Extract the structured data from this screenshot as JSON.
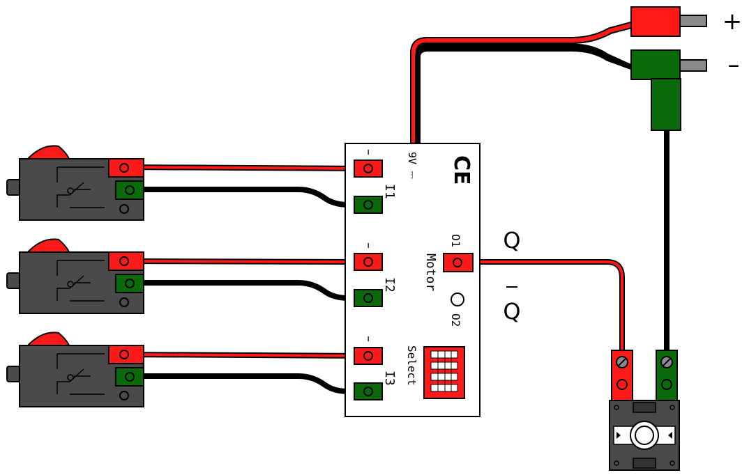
{
  "colors": {
    "wire_red": "#ff1a1a",
    "wire_black": "#000000",
    "terminal_red": "#ff1a1a",
    "terminal_green": "#0b6b0b",
    "switch_body": "#4a4a4a",
    "switch_rocker": "#ff1a1a",
    "plug_pin": "#8a8a8a",
    "board_bg": "#ffffff",
    "dip_switch": "#ff1a1a",
    "motor_body": "#4a4a4a"
  },
  "board": {
    "ce_mark": "CE",
    "power_label": "9V ⎓",
    "input_minus_labels": [
      "–",
      "–",
      "–"
    ],
    "input_labels": [
      "I1",
      "I2",
      "I3"
    ],
    "motor_label": "Motor",
    "o1_label": "O1",
    "o2_label": "O2",
    "select_label": "Select"
  },
  "outputs": {
    "q_label": "Q",
    "q_bar_label": "Q"
  },
  "power_plug": {
    "plus_label": "+",
    "minus_label": "–"
  },
  "switches": [
    {
      "name": "switch-1"
    },
    {
      "name": "switch-2"
    },
    {
      "name": "switch-3"
    }
  ],
  "icons": [
    "rocker-switch-icon",
    "power-plug-icon",
    "motor-icon",
    "dip-switch-icon",
    "ce-mark-icon"
  ]
}
